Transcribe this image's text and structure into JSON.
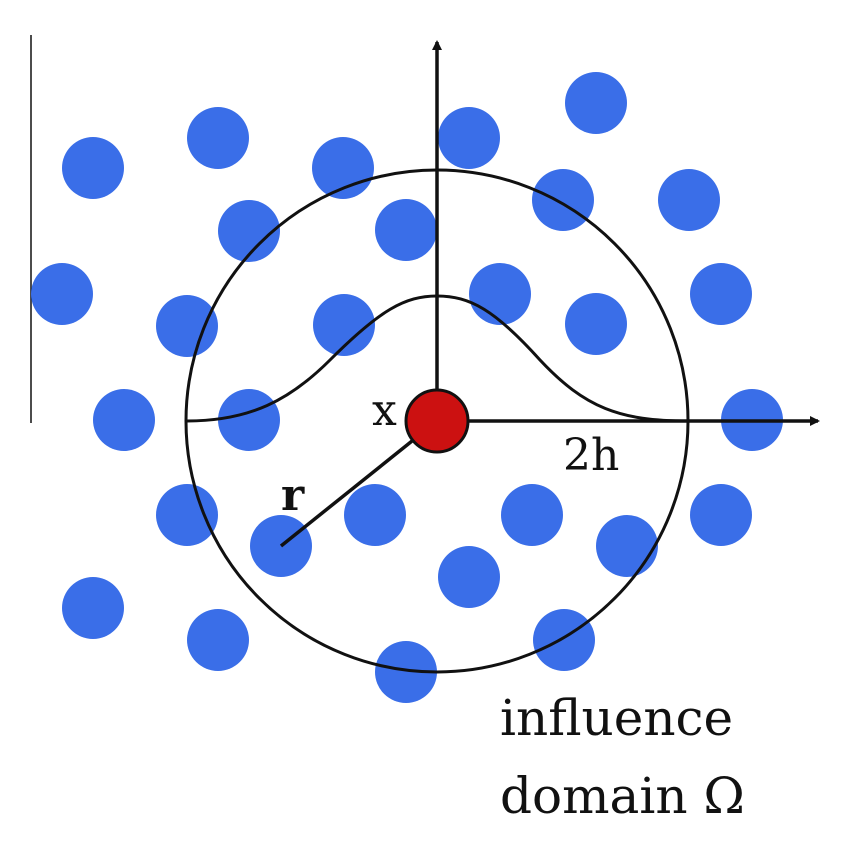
{
  "colors": {
    "particle": "#3a6ee8",
    "center_particle": "#cc1111",
    "line": "#111111"
  },
  "labels": {
    "center": "x",
    "smoothing_length": "2h",
    "radius": "r",
    "caption_line1": "influence",
    "caption_line2": "domain Ω"
  }
}
